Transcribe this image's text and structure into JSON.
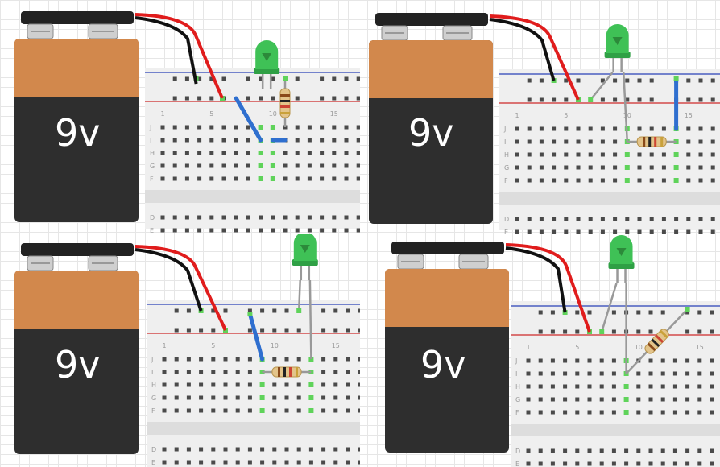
{
  "figure": {
    "panels": [
      {
        "id": "p1",
        "battery_label": "9v"
      },
      {
        "id": "p2",
        "battery_label": "9v"
      },
      {
        "id": "p3",
        "battery_label": "9v"
      },
      {
        "id": "p4",
        "battery_label": "9v"
      }
    ],
    "breadboard_column_numbers": [
      "1",
      "5",
      "10",
      "15"
    ],
    "breadboard_row_letters": [
      "J",
      "I",
      "H",
      "G",
      "F"
    ],
    "breadboard_lower_row_letters": [
      "E",
      "D"
    ],
    "colors": {
      "battery_orange": "#d2884c",
      "battery_black": "#2e2e2e",
      "battery_top": "#222222",
      "wire_red": "#e01c1c",
      "wire_black": "#111111",
      "jumper_blue": "#2f6fcf",
      "led_green": "#3fc156",
      "resistor_body": "#e3c48a",
      "rail_blue": "#4a5fc1",
      "rail_red": "#d44a4a",
      "hole_green": "#5fd35a",
      "breadboard": "#efefef"
    }
  }
}
